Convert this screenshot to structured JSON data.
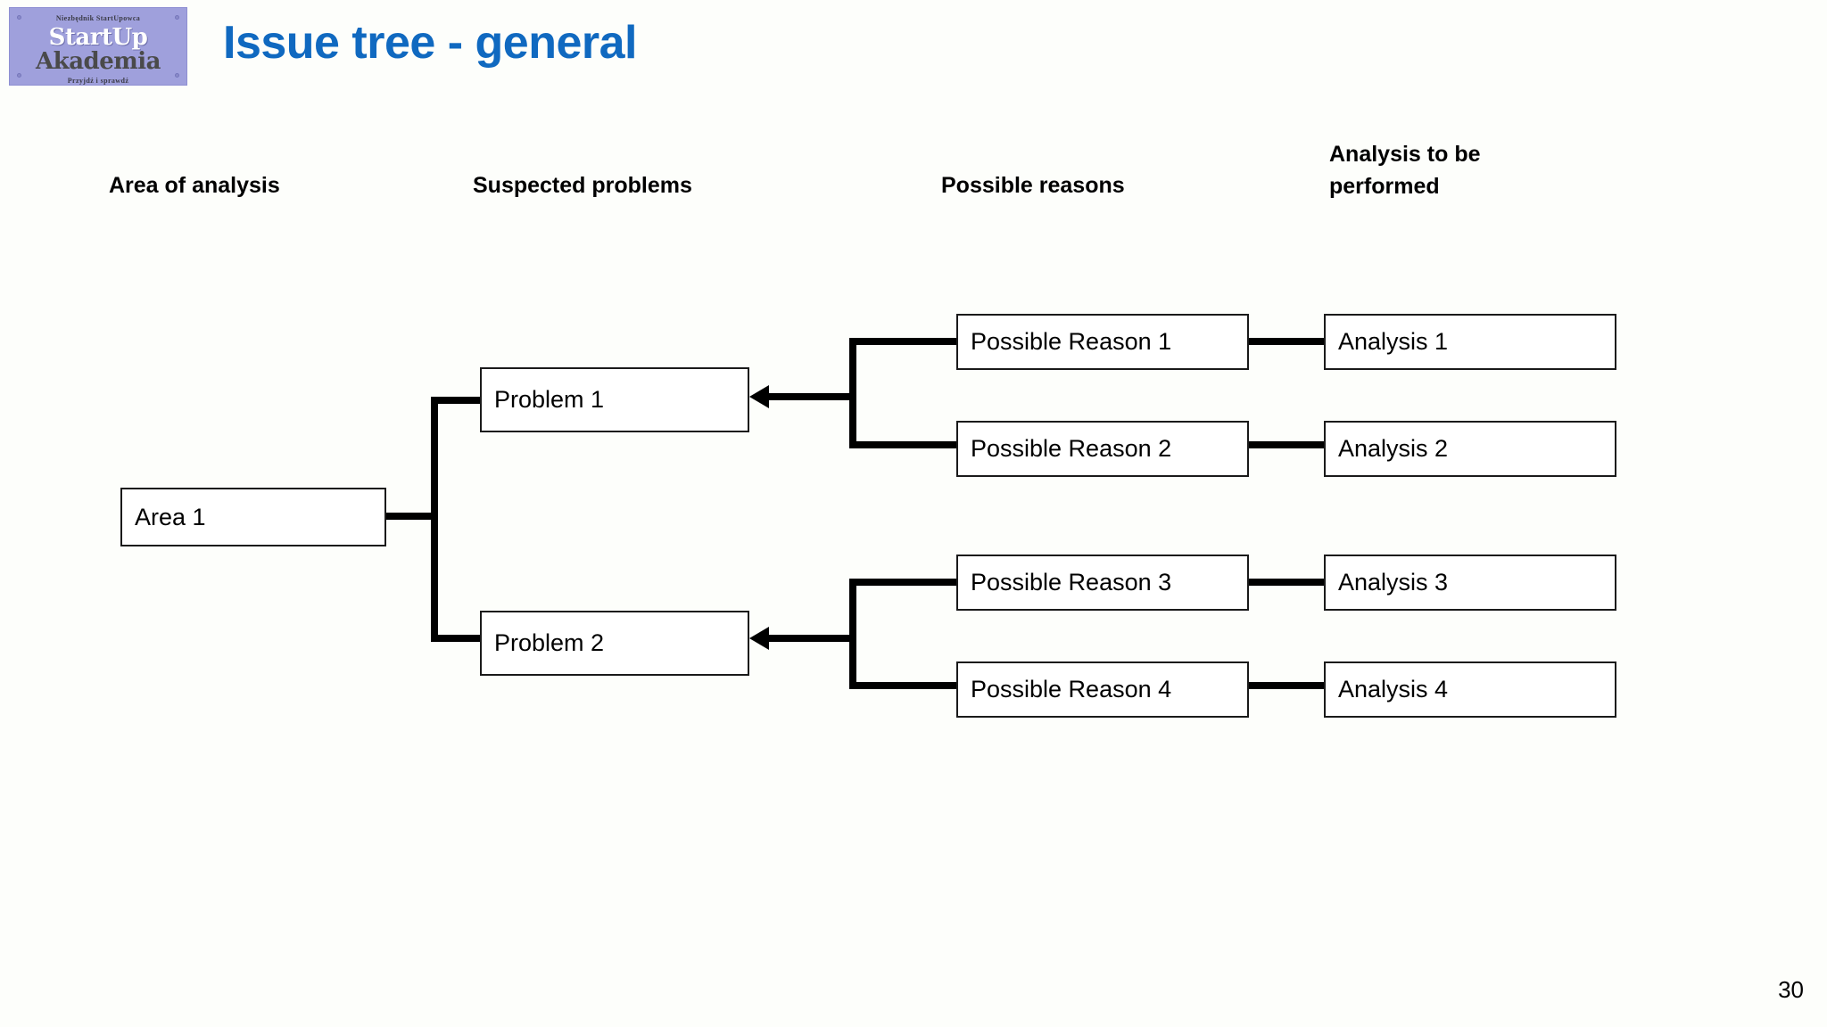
{
  "slide": {
    "title": "Issue tree - general",
    "page_number": "30",
    "background_color": "#fdfefb",
    "title_color": "#1069c0"
  },
  "logo": {
    "top_text": "Niezbędnik StartUpowca",
    "main_line1": "StartUp",
    "main_line2": "Akademia",
    "bottom_text": "Przyjdź i sprawdź",
    "background_color": "#9fa0dc"
  },
  "columns": [
    {
      "label": "Area of analysis"
    },
    {
      "label": "Suspected problems"
    },
    {
      "label": "Possible reasons"
    },
    {
      "label": "Analysis to be performed"
    }
  ],
  "diagram": {
    "type": "issue-tree",
    "areas": [
      {
        "id": "area1",
        "label": "Area 1"
      }
    ],
    "problems": [
      {
        "id": "problem1",
        "label": "Problem 1",
        "parent": "area1"
      },
      {
        "id": "problem2",
        "label": "Problem 2",
        "parent": "area1"
      }
    ],
    "reasons": [
      {
        "id": "reason1",
        "label": "Possible Reason 1",
        "parent": "problem1"
      },
      {
        "id": "reason2",
        "label": "Possible Reason 2",
        "parent": "problem1"
      },
      {
        "id": "reason3",
        "label": "Possible Reason 3",
        "parent": "problem2"
      },
      {
        "id": "reason4",
        "label": "Possible Reason 4",
        "parent": "problem2"
      }
    ],
    "analyses": [
      {
        "id": "analysis1",
        "label": "Analysis 1",
        "parent": "reason1"
      },
      {
        "id": "analysis2",
        "label": "Analysis 2",
        "parent": "reason2"
      },
      {
        "id": "analysis3",
        "label": "Analysis 3",
        "parent": "reason3"
      },
      {
        "id": "analysis4",
        "label": "Analysis 4",
        "parent": "reason4"
      }
    ]
  }
}
